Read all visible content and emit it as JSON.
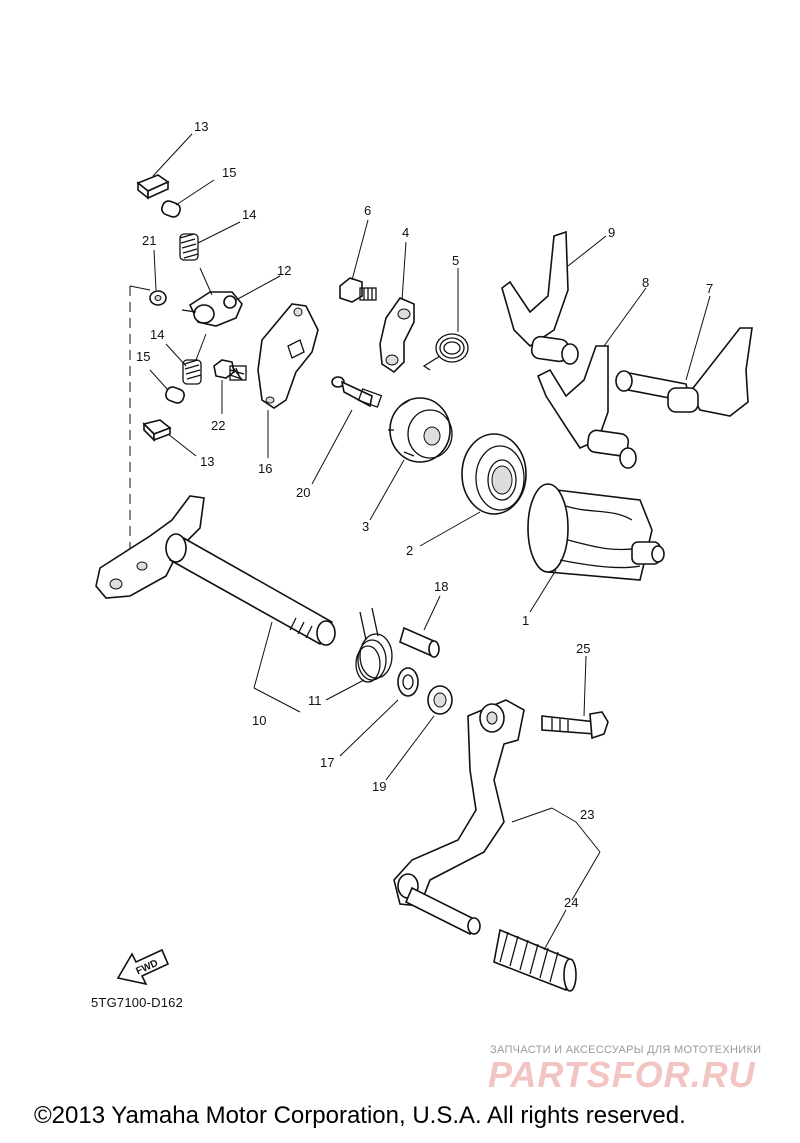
{
  "diagram": {
    "callouts": {
      "c1": "1",
      "c2": "2",
      "c3": "3",
      "c4": "4",
      "c5": "5",
      "c6": "6",
      "c7": "7",
      "c8": "8",
      "c9": "9",
      "c10": "10",
      "c11": "11",
      "c12": "12",
      "c13a": "13",
      "c13b": "13",
      "c14a": "14",
      "c14b": "14",
      "c15a": "15",
      "c15b": "15",
      "c16": "16",
      "c17": "17",
      "c18": "18",
      "c19": "19",
      "c20": "20",
      "c21": "21",
      "c22": "22",
      "c23": "23",
      "c24": "24",
      "c25": "25"
    },
    "fwd_label": "FWD",
    "drawing_code": "5TG7100-D162"
  },
  "watermark": {
    "tagline": "ЗАПЧАСТИ И АКСЕССУАРЫ ДЛЯ МОТОТЕХНИКИ",
    "brand": "PARTSFOR.RU"
  },
  "footer": {
    "copyright": "©2013 Yamaha Motor Corporation, U.S.A. All rights reserved."
  }
}
